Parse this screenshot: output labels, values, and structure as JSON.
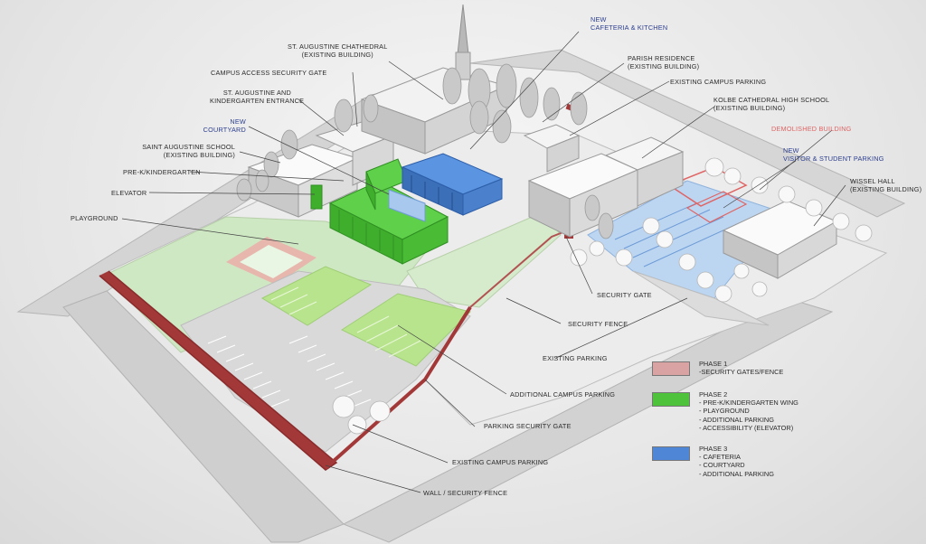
{
  "labels": {
    "new_cafeteria": [
      "NEW",
      "CAFETERIA & KITCHEN"
    ],
    "cathedral": [
      "ST. AUGUSTINE CHATHEDRAL",
      "(EXISTING BUILDING)"
    ],
    "parish": [
      "PARISH RESIDENCE",
      "(EXISTING BUILDING)"
    ],
    "campus_gate": [
      "CAMPUS ACCESS SECURITY GATE"
    ],
    "existing_parking_top": [
      "EXISTING CAMPUS PARKING"
    ],
    "st_aug_entrance": [
      "ST. AUGUSTINE AND",
      "KINDERGARTEN ENTRANCE"
    ],
    "kolbe": [
      "KOLBE CATHEDRAL HIGH SCHOOL",
      "(EXISTING  BUILDING)"
    ],
    "new_courtyard": [
      "NEW",
      "COURTYARD"
    ],
    "demolished": [
      "DEMOLISHED BUILDING"
    ],
    "saint_aug_school": [
      "SAINT AUGUSTINE SCHOOL",
      "(EXISTING BUILDING)"
    ],
    "new_visitor": [
      "NEW",
      "VISITOR & STUDENT PARKING"
    ],
    "prek": [
      "PRE-K/KINDERGARTEN"
    ],
    "wissel": [
      "WISSEL HALL",
      "(EXISTING BUILDING)"
    ],
    "elevator": [
      "ELEVATOR"
    ],
    "playground": [
      "PLAYGROUND"
    ],
    "security_gate": [
      "SECURITY GATE"
    ],
    "security_fence": [
      "SECURITY FENCE"
    ],
    "existing_parking": [
      "EXISTING PARKING"
    ],
    "additional_parking": [
      "ADDITIONAL CAMPUS PARKING"
    ],
    "parking_gate": [
      "PARKING SECURITY GATE"
    ],
    "existing_campus_parking_bottom": [
      "EXISTING CAMPUS PARKING"
    ],
    "wall_fence": [
      "WALL / SECURITY FENCE"
    ]
  },
  "legend": [
    {
      "color": "#d9a3a3",
      "lines": [
        "PHASE 1",
        "-SECURITY GATES/FENCE"
      ]
    },
    {
      "color": "#4dc23a",
      "lines": [
        "PHASE 2",
        "- PRE-K/KINDERGARTEN WING",
        "- PLAYGROUND",
        "- ADDITIONAL PARKING",
        "- ACCESSIBILITY (ELEVATOR)"
      ]
    },
    {
      "color": "#4f86d6",
      "lines": [
        "PHASE 3",
        "- CAFETERIA",
        "- COURTYARD",
        "- ADDITIONAL PARKING"
      ]
    }
  ],
  "colors": {
    "phase1_fence": "#a33838",
    "phase2_green": "#4dc23a",
    "phase3_blue": "#4f86d6",
    "demolished_outline": "#e06464"
  }
}
